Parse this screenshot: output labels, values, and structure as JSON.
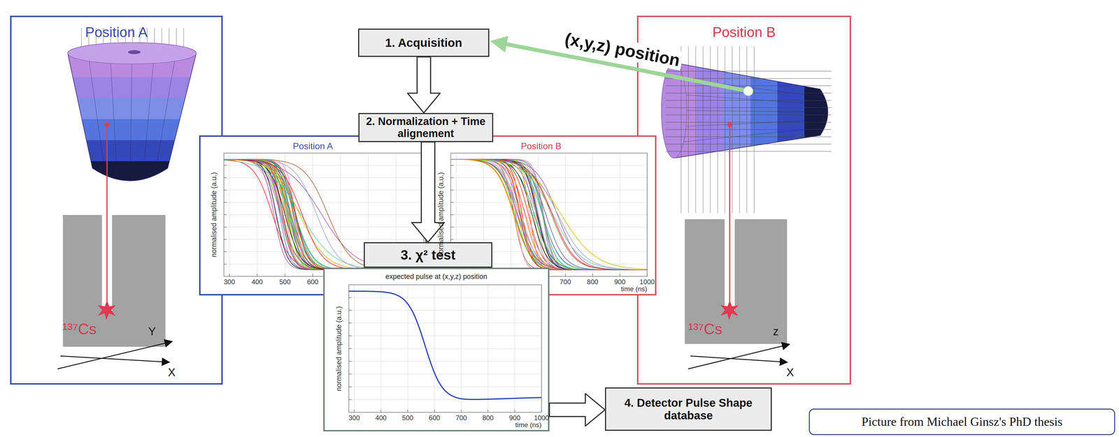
{
  "diagram": {
    "nodes": [
      {
        "text": [
          "Position A"
        ]
      },
      {
        "text": [
          "1. Acquisition"
        ]
      },
      {
        "text": [
          "Position B"
        ]
      },
      {
        "text": [
          "2. Normalization + Time alignement"
        ]
      },
      {
        "text": [
          "Position A"
        ]
      },
      {
        "text": [
          "Position B"
        ]
      },
      {
        "text": [
          "3. χ² test"
        ]
      },
      {
        "text": [
          "expected pulse at (x,y,z) position"
        ]
      },
      {
        "text": [
          "4. Detector Pulse Shape database"
        ]
      },
      {
        "text": [
          "Picture from Michael Ginsz's PhD thesis"
        ]
      }
    ],
    "edges": [
      {
        "from": 1,
        "to": 3,
        "arrow": "to"
      },
      {
        "from": 3,
        "to": 6,
        "arrow": "to"
      },
      {
        "from": 7,
        "to": 8,
        "arrow": "to"
      },
      {
        "from": 2,
        "to": 1,
        "arrow": "to",
        "label": "(x,y,z) position"
      }
    ],
    "labels": [
      "¹³⁷Cs",
      "Y",
      "X",
      "¹³⁷Cs",
      "z",
      "X",
      "normalised amplitude (a.u.)",
      "300",
      "400",
      "500",
      "600",
      "normalised amplitude (a.u.)",
      "time (ns)",
      "700",
      "800",
      "900",
      "1000",
      "normalised amplitude (a.u.)",
      "time (ns)",
      "300",
      "400",
      "500",
      "600",
      "700",
      "800",
      "900",
      "1000"
    ]
  }
}
